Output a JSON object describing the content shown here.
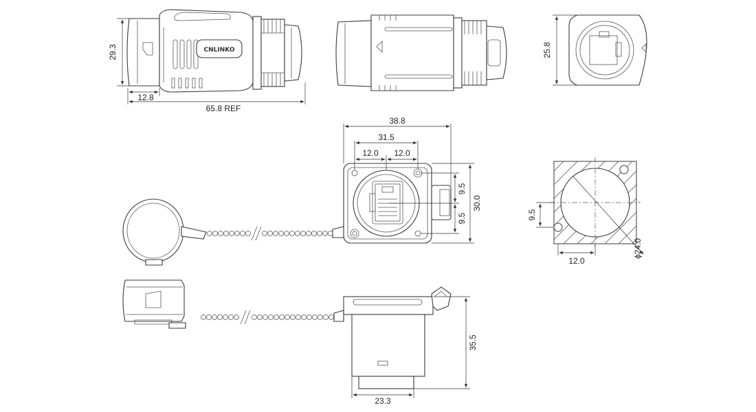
{
  "brand": {
    "logo_text": "CNLINKO"
  },
  "dimensions": {
    "side_height": "29.3",
    "side_tail": "12.8",
    "side_length": "65.8 REF",
    "end_height": "25.8",
    "front_width": "38.8",
    "front_hole_spacing": "31.5",
    "front_half_left": "12.0",
    "front_half_right": "12.0",
    "front_upper": "9.5",
    "front_lower": "9.5",
    "front_height": "30.0",
    "panel_offset_y": "9.5",
    "panel_offset_x": "12.0",
    "panel_diameter": "ϕ24.0",
    "bottom_height": "35.5",
    "bottom_width": "23.3"
  }
}
